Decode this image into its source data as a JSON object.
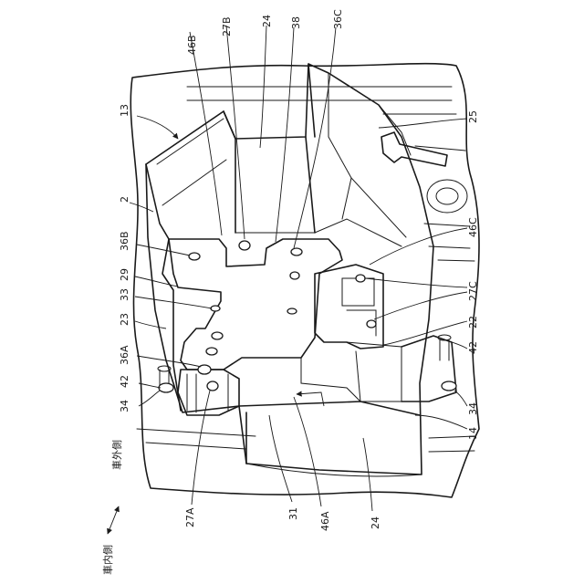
{
  "reference_numerals": {
    "r13": "13",
    "r2": "2",
    "r36B_top": "36B",
    "r29": "29",
    "r33": "33",
    "r23": "23",
    "r36A": "36A",
    "r42_left": "42",
    "r34_left": "34",
    "r27A": "27A",
    "r31": "31",
    "r46A": "46A",
    "r24_bottom": "24",
    "r14": "14",
    "r34_right": "34",
    "r42_right": "42",
    "r22": "22",
    "r27C": "27C",
    "r46C": "46C",
    "r25": "25",
    "r36C": "36C",
    "r38": "38",
    "r24_top": "24",
    "r27B": "27B",
    "r46B": "46B"
  },
  "direction": {
    "outer_label": "車外側",
    "inner_label": "車内側"
  }
}
